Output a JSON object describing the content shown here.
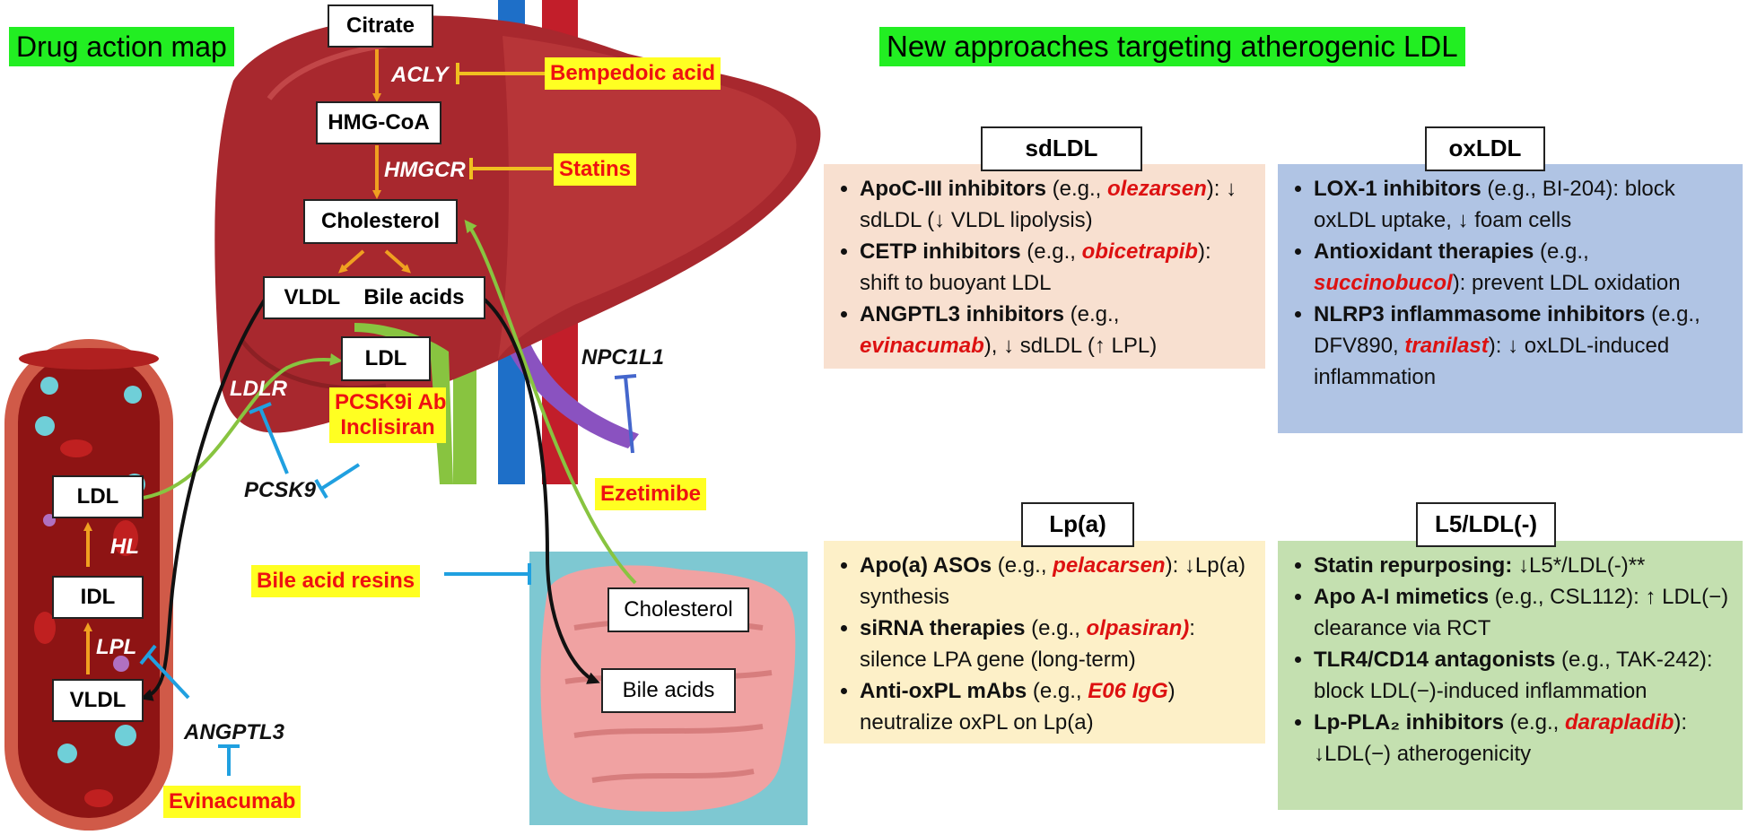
{
  "headings": {
    "left": "Drug action map",
    "right": "New approaches targeting atherogenic LDL"
  },
  "nodes": {
    "citrate": "Citrate",
    "hmgcoa": "HMG-CoA",
    "cholesterol_liver": "Cholesterol",
    "vldl_bile": "VLDL    Bile acids",
    "ldl_liver": "LDL",
    "ldl_vessel": "LDL",
    "idl_vessel": "IDL",
    "vldl_vessel": "VLDL",
    "cholesterol_gut": "Cholesterol",
    "bile_acids_gut": "Bile acids"
  },
  "enzymes": {
    "acly": "ACLY",
    "hmgcr": "HMGCR",
    "ldlr": "LDLR",
    "pcsk9": "PCSK9",
    "npc1l1": "NPC1L1",
    "hl": "HL",
    "lpl": "LPL",
    "angptl3": "ANGPTL3"
  },
  "drugs": {
    "bempedoic": "Bempedoic acid",
    "statins": "Statins",
    "pcsk9i_line1": "PCSK9i Ab",
    "pcsk9i_line2": "Inclisiran",
    "ezetimibe": "Ezetimibe",
    "bile_resins": "Bile acid resins",
    "evinacumab": "Evinacumab"
  },
  "colors": {
    "liver": "#a8282e",
    "liver_light": "#c04044",
    "vessel_wall": "#c2453e",
    "vessel_lumen": "#8e1414",
    "arrow_orange": "#f0a020",
    "arrow_green": "#88c440",
    "inhibit_blue": "#20a0e0",
    "gut_bg": "#7ec8d2",
    "gut": "#f0a2a2",
    "panel_sdldl": "#f8e0d0",
    "panel_oxldl": "#b0c4e4",
    "panel_lpa": "#fdf0c8",
    "panel_l5": "#c4e0b0",
    "drug_bg": "#ffff22",
    "drug_text": "#ee1111",
    "heading_bg": "#22ee22"
  },
  "panels": {
    "sdldl": {
      "title": "sdLDL",
      "items": [
        {
          "bold": "ApoC-III inhibitors",
          "pre": " (e.g., ",
          "drug": "olezarsen",
          "post": "): ↓ sdLDL (↓ VLDL lipolysis)"
        },
        {
          "bold": "CETP inhibitors",
          "pre": " (e.g., ",
          "drug": "obicetrapib",
          "post": "): shift to buoyant LDL"
        },
        {
          "bold": "ANGPTL3 inhibitors",
          "pre": " (e.g., ",
          "drug": "evinacumab",
          "post": "), ↓ sdLDL (↑ LPL)"
        }
      ]
    },
    "oxldl": {
      "title": "oxLDL",
      "items": [
        {
          "bold": "LOX-1 inhibitors",
          "pre": " (e.g., BI-204): block oxLDL uptake, ↓ foam cells",
          "drug": "",
          "post": ""
        },
        {
          "bold": "Antioxidant therapies",
          "pre": " (e.g., ",
          "drug": "succinobucol",
          "post": "): prevent LDL oxidation"
        },
        {
          "bold": "NLRP3 inflammasome inhibitors",
          "pre": " (e.g., DFV890, ",
          "drug": "tranilast",
          "post": "): ↓ oxLDL-induced inflammation"
        }
      ]
    },
    "lpa": {
      "title": "Lp(a)",
      "items": [
        {
          "bold": "Apo(a) ASOs",
          "pre": " (e.g., ",
          "drug": "pelacarsen",
          "post": "): ↓Lp(a) synthesis"
        },
        {
          "bold": "siRNA therapies",
          "pre": " (e.g., ",
          "drug": "olpasiran)",
          "post": ": silence LPA gene (long-term)"
        },
        {
          "bold": "Anti-oxPL mAbs",
          "pre": " (e.g., ",
          "drug": "E06 IgG",
          "post": ") neutralize oxPL on Lp(a)"
        }
      ]
    },
    "l5": {
      "title": "L5/LDL(-)",
      "items": [
        {
          "bold": "Statin repurposing:",
          "pre": " ↓L5*/LDL(-)**",
          "drug": "",
          "post": ""
        },
        {
          "bold": "Apo A-I mimetics",
          "pre": " (e.g., CSL112): ↑ LDL(−) clearance via RCT",
          "drug": "",
          "post": ""
        },
        {
          "bold": "TLR4/CD14 antagonists",
          "pre": " (e.g., TAK-242): block LDL(−)-induced inflammation",
          "drug": "",
          "post": ""
        },
        {
          "bold": "Lp-PLA₂ inhibitors",
          "pre": " (e.g., ",
          "drug": "darapladib",
          "post": "): ↓LDL(−) atherogenicity"
        }
      ]
    }
  }
}
